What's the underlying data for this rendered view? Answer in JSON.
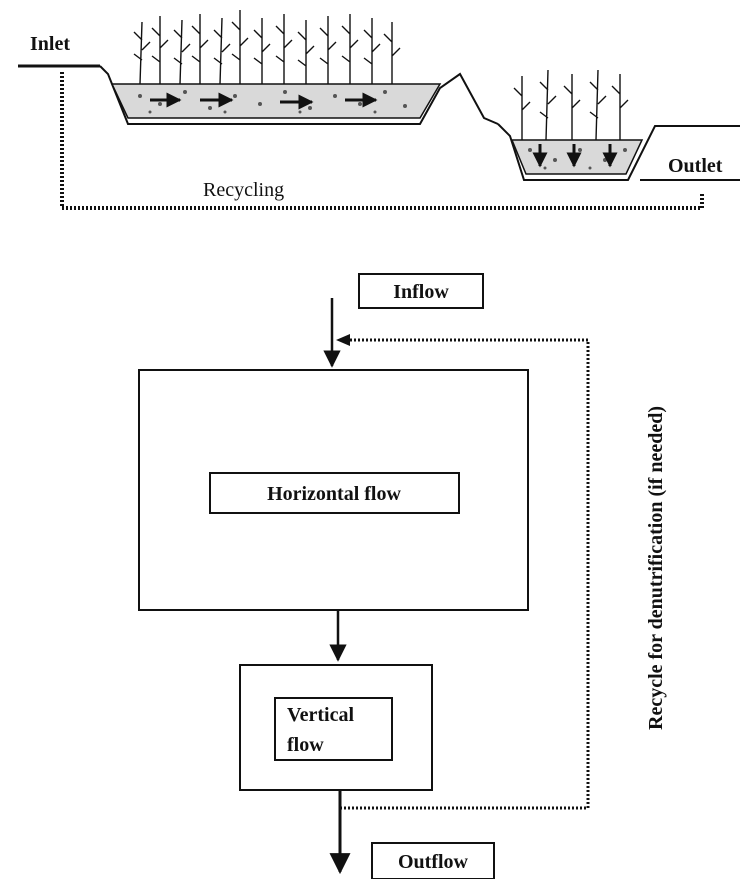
{
  "top_schematic": {
    "inlet_label": "Inlet",
    "outlet_label": "Outlet",
    "recycling_label": "Recycling"
  },
  "flow_diagram": {
    "inflow_label": "Inflow",
    "horizontal_flow_label": "Horizontal flow",
    "vertical_flow_line1": "Vertical",
    "vertical_flow_line2": "flow",
    "outflow_label": "Outflow",
    "recycle_label": "Recycle for denutrification (if needed)"
  },
  "colors": {
    "ink": "#111111",
    "background": "#ffffff"
  }
}
